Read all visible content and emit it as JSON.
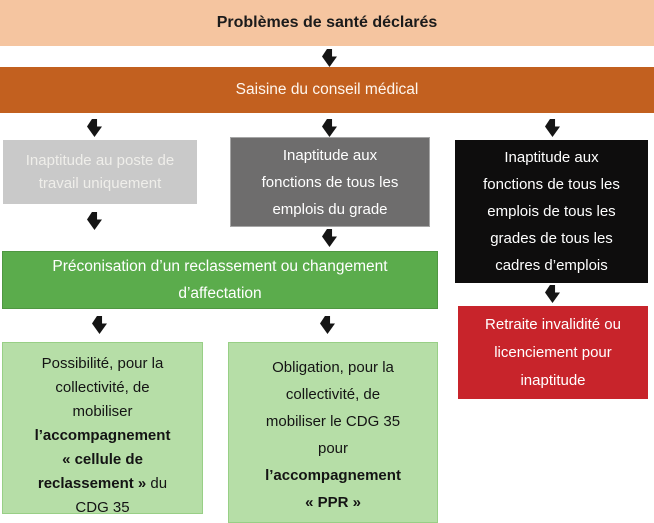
{
  "colors": {
    "peach": "#F5C5A0",
    "orange": "#C2601F",
    "light_gray": "#C9C9C9",
    "dark_gray": "#6E6D6D",
    "black": "#0E0D0D",
    "green": "#5BAC4C",
    "light_green": "#B6DEA7",
    "red": "#C8242B"
  },
  "flow": {
    "title_banner": "Problèmes de santé déclarés",
    "council_banner": "Saisine du conseil médical",
    "post_unfit_box": "Inaptitude au poste de\ntravail uniquement",
    "grade_unfit_box": "Inaptitude aux\nfonctions de tous les\nemplois du grade",
    "all_grades_unfit_box": "Inaptitude aux\nfonctions de tous les\nemplois de tous les\ngrades de tous les\ncadres d’emplois",
    "recommendation_banner": "Préconisation d’un reclassement ou changement\nd’affectation",
    "retirement_box": "Retraite invalidité ou\nlicenciement pour\ninaptitude",
    "possibility_box_segments": [
      {
        "text": "Possibilité, pour la\ncollectivité, de\nmobiliser\n",
        "bold": false
      },
      {
        "text": "l’accompagnement\n« cellule de\nreclassement »",
        "bold": true
      },
      {
        "text": " du\nCDG 35",
        "bold": false
      }
    ],
    "obligation_box_segments": [
      {
        "text": "Obligation, pour la\ncollectivité, de\nmobiliser le CDG 35\npour\n",
        "bold": false
      },
      {
        "text": "l’accompagnement\n« PPR »",
        "bold": true
      }
    ]
  }
}
